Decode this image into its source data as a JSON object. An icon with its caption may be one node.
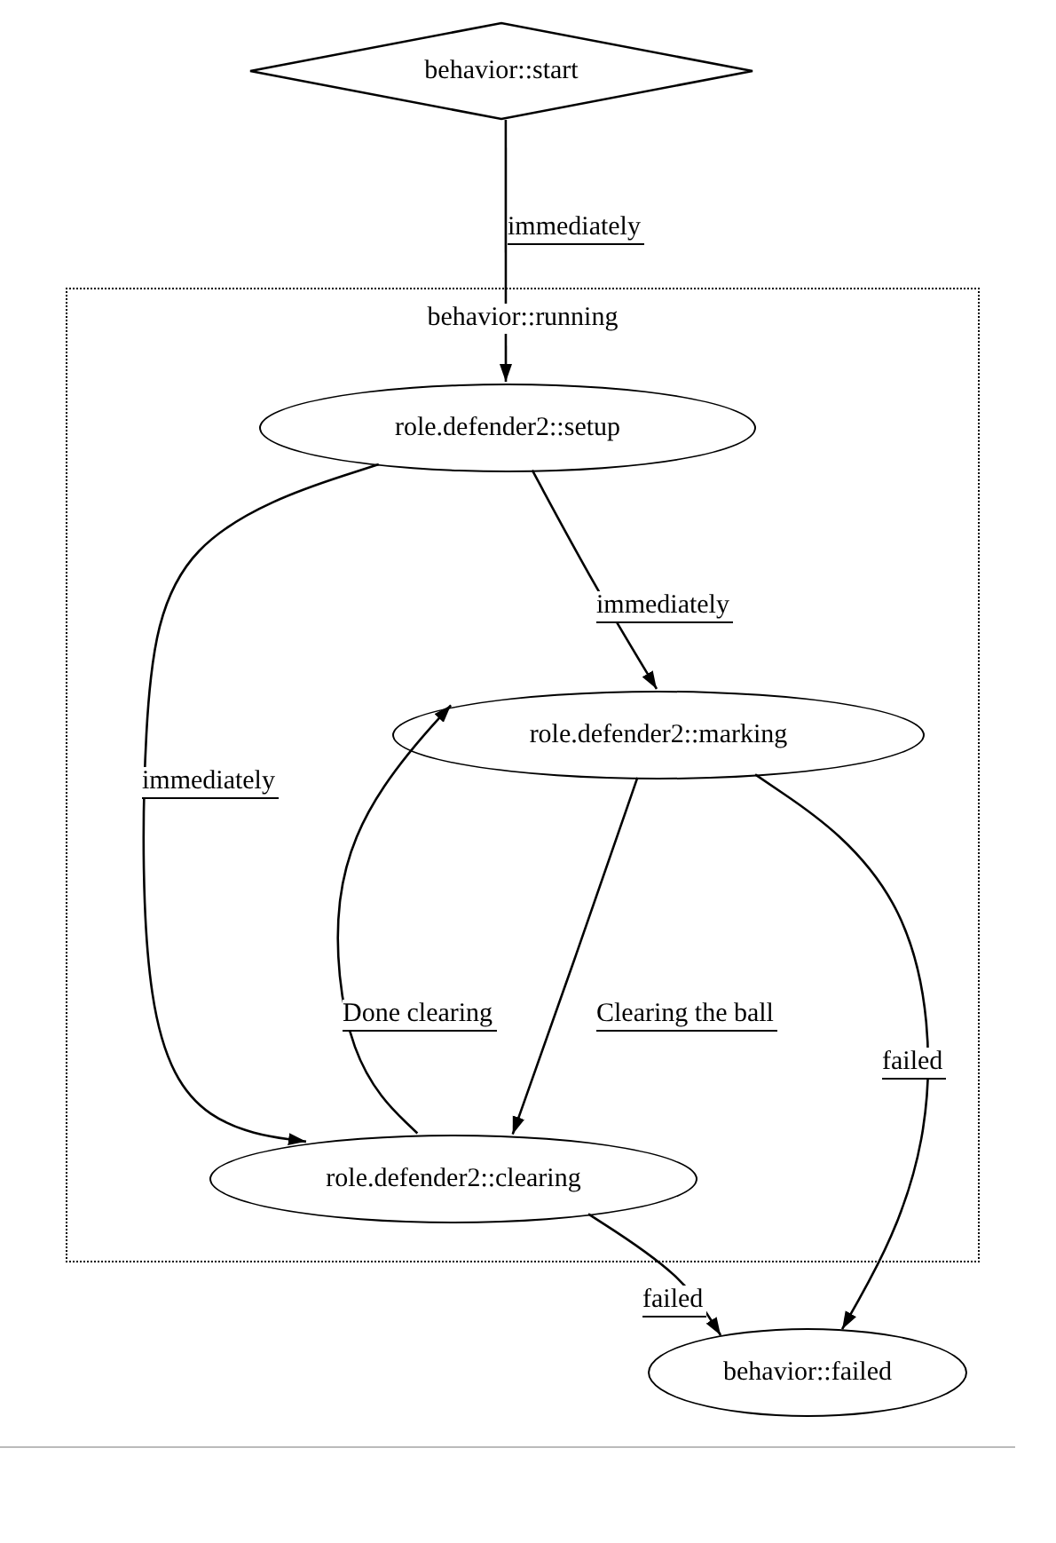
{
  "diagram": {
    "nodes": [
      {
        "text": [
          "behavior::start"
        ]
      },
      {
        "text": [
          "behavior::running"
        ]
      },
      {
        "text": [
          "role.defender2::setup"
        ],
        "in": 1
      },
      {
        "text": [
          "role.defender2::marking"
        ],
        "in": 1
      },
      {
        "text": [
          "role.defender2::clearing"
        ],
        "in": 1
      },
      {
        "text": [
          "behavior::failed"
        ]
      }
    ],
    "edges": [
      {
        "from": 0,
        "to": 2,
        "arrow": "to",
        "label": "immediately"
      },
      {
        "from": 2,
        "to": 3,
        "arrow": "to",
        "label": "immediately"
      },
      {
        "from": 2,
        "to": 4,
        "arrow": "to",
        "label": "immediately"
      },
      {
        "from": 4,
        "to": 3,
        "arrow": "to",
        "label": "Done clearing"
      },
      {
        "from": 3,
        "to": 4,
        "arrow": "to",
        "label": "Clearing the ball"
      },
      {
        "from": 3,
        "to": 5,
        "arrow": "to",
        "label": "failed"
      },
      {
        "from": 4,
        "to": 5,
        "arrow": "to",
        "label": "failed"
      }
    ]
  }
}
